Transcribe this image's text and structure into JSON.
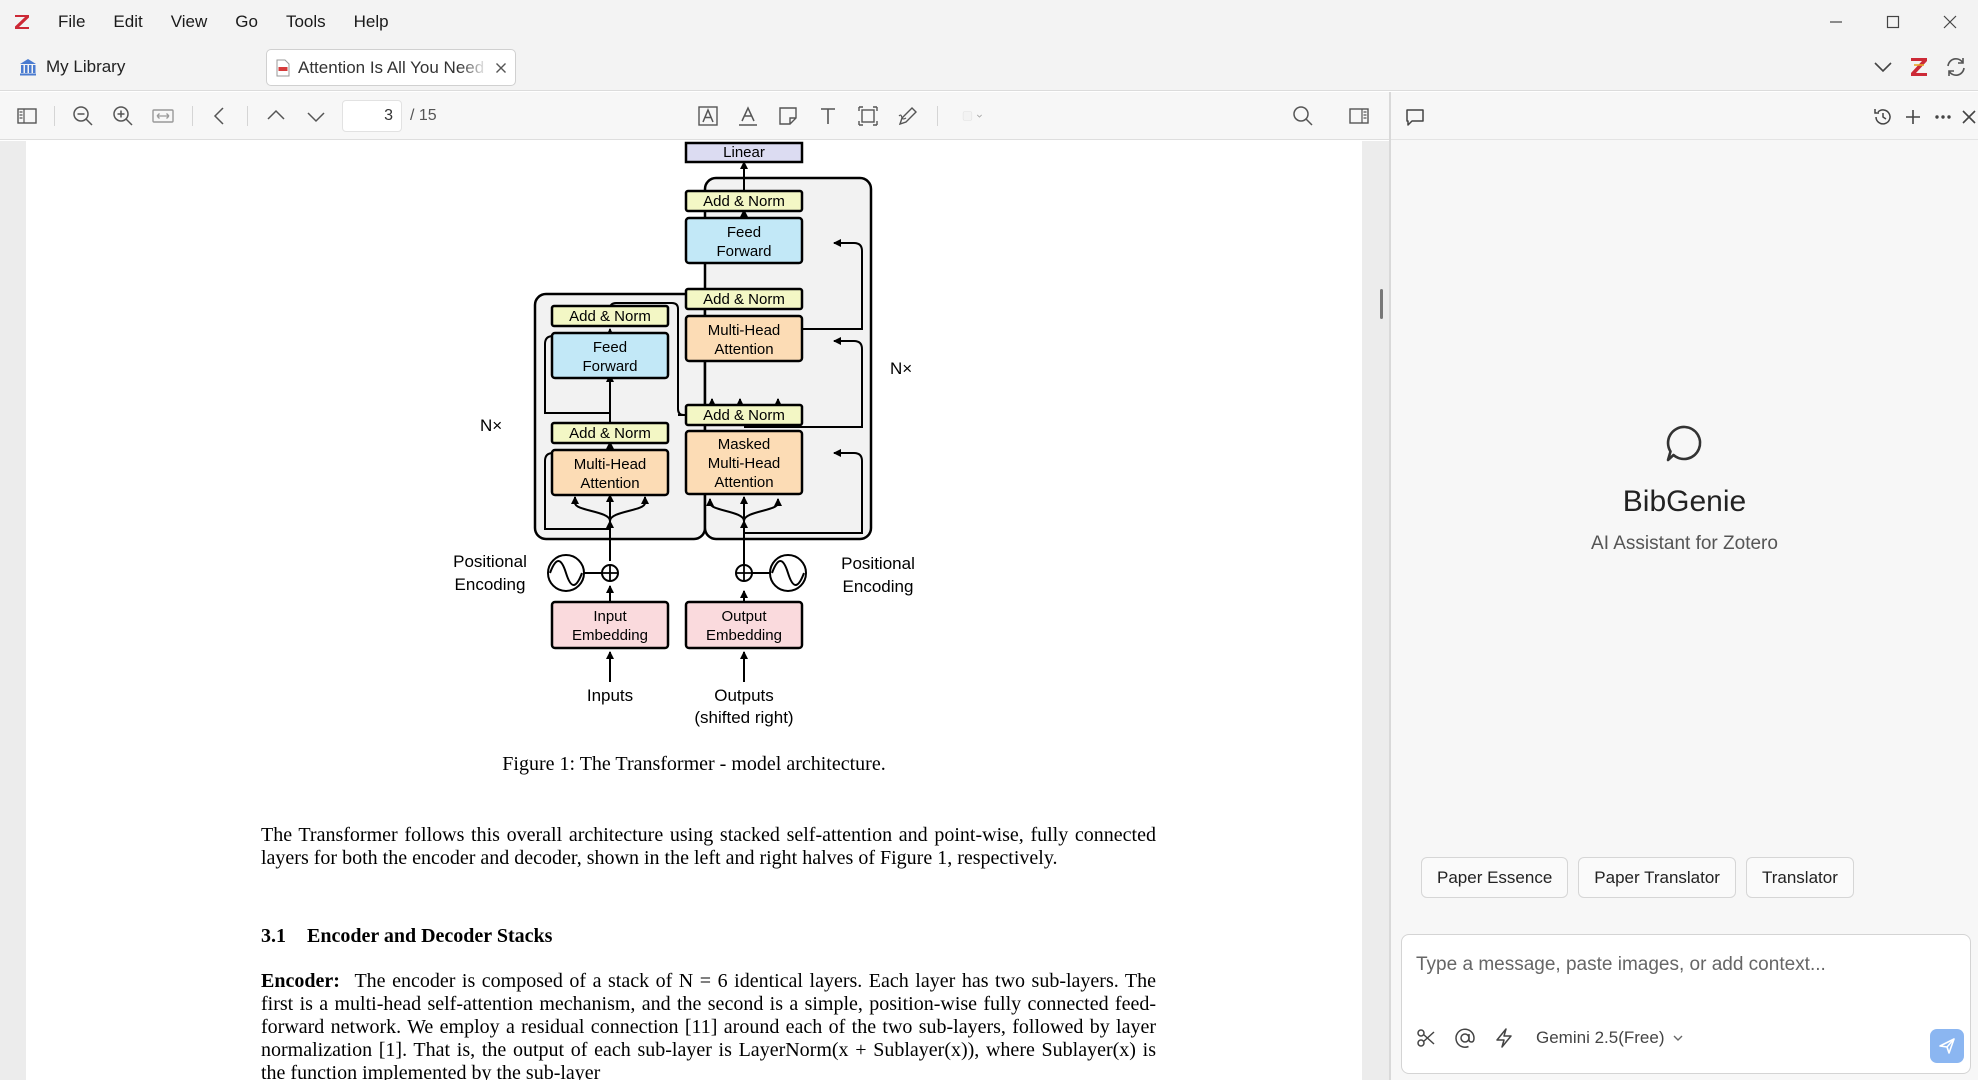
{
  "menubar": {
    "items": [
      "File",
      "Edit",
      "View",
      "Go",
      "Tools",
      "Help"
    ]
  },
  "tabs": {
    "library_label": "My Library",
    "paper_title": "Attention Is All You Need"
  },
  "toolbar": {
    "current_page": "3",
    "total_pages": "/ 15"
  },
  "figure": {
    "labels": {
      "linear": "Linear",
      "add_norm": "Add & Norm",
      "feed": "Feed",
      "forward": "Forward",
      "multi_head": "Multi-Head",
      "attention": "Attention",
      "masked": "Masked",
      "nx": "N×",
      "positional": "Positional",
      "encoding": "Encoding",
      "input": "Input",
      "output": "Output",
      "embedding": "Embedding",
      "inputs": "Inputs",
      "outputs": "Outputs",
      "shifted_right": "(shifted right)"
    },
    "caption": "Figure 1: The Transformer - model architecture."
  },
  "document": {
    "paragraph1": "The Transformer follows this overall architecture using stacked self-attention and point-wise, fully connected layers for both the encoder and decoder, shown in the left and right halves of Figure 1, respectively.",
    "section_number": "3.1",
    "section_title": "Encoder and Decoder Stacks",
    "encoder_label": "Encoder:",
    "encoder_text": "The encoder is composed of a stack of N = 6 identical layers. Each layer has two sub-layers. The first is a multi-head self-attention mechanism, and the second is a simple, position-wise fully connected feed-forward network. We employ a residual connection [11] around each of the two sub-layers, followed by layer normalization [1]. That is, the output of each sub-layer is LayerNorm(x + Sublayer(x)), where Sublayer(x) is the function implemented by the sub-layer"
  },
  "assistant": {
    "name": "BibGenie",
    "subtitle": "AI Assistant for Zotero",
    "quick_actions": [
      "Paper Essence",
      "Paper Translator",
      "Translator"
    ],
    "input_placeholder": "Type a message, paste images, or add context...",
    "model": "Gemini 2.5(Free)"
  },
  "colors": {
    "brand_red": "#cc2936",
    "add_norm_fill": "#f3f7c5",
    "feed_forward_fill": "#c2e8f7",
    "attention_fill": "#fcdcb5",
    "embedding_fill": "#fadadd",
    "linear_fill": "#dcdcf2",
    "stack_fill": "#f2f2f2",
    "send_button": "#8bb6f1"
  }
}
